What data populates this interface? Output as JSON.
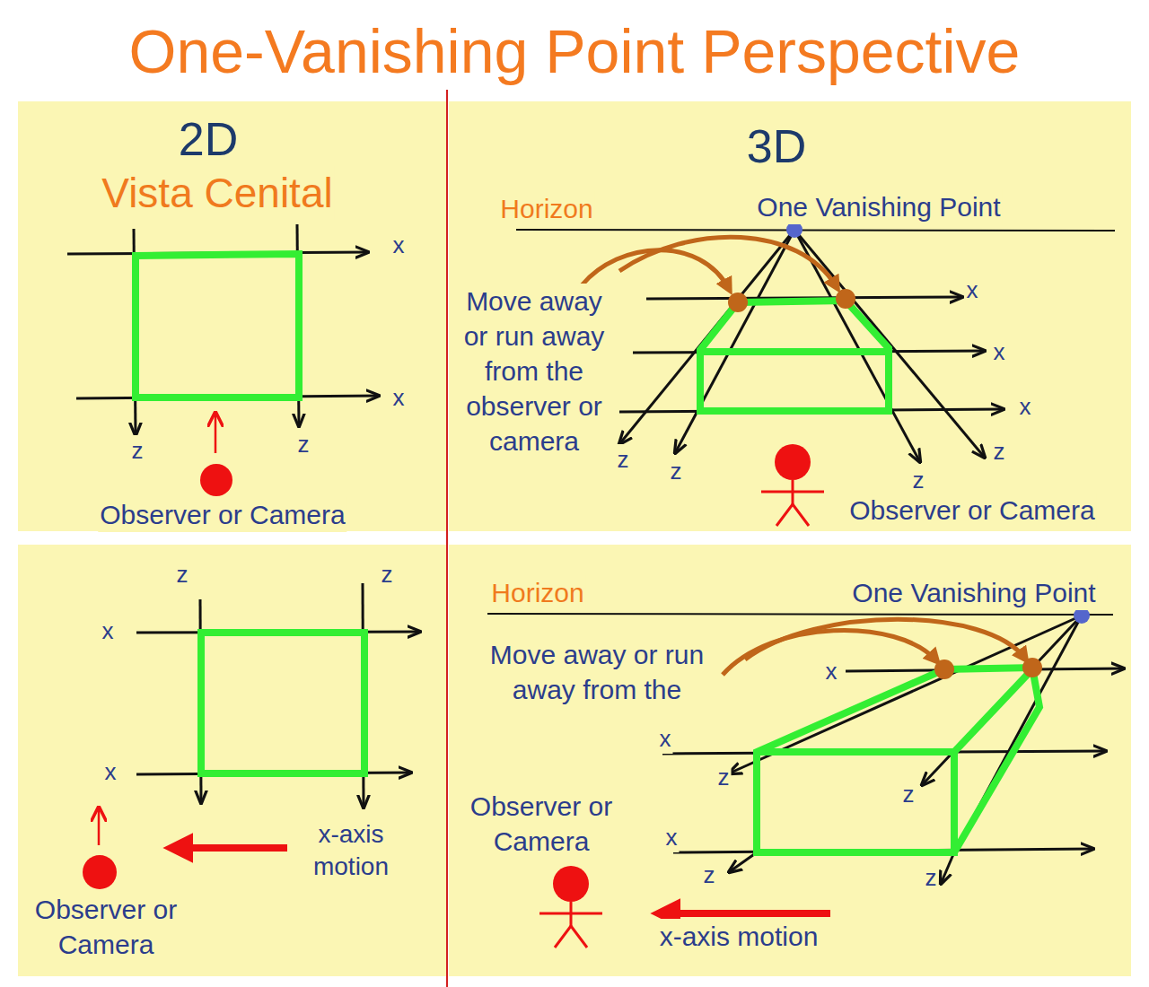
{
  "diagram": {
    "title": "One-Vanishing Point Perspective",
    "nodes": [
      {
        "text": [
          "2D",
          "Vista Cenital",
          "x",
          "x",
          "z",
          "z",
          "Observer or Camera"
        ]
      },
      {
        "text": [
          "3D",
          "Horizon",
          "One Vanishing Point",
          "Move away or run away from the observer or camera",
          "x",
          "x",
          "x",
          "z",
          "z",
          "z",
          "z",
          "Observer or Camera"
        ]
      },
      {
        "text": [
          "z",
          "z",
          "x",
          "x",
          "x-axis motion",
          "Observer or Camera"
        ]
      },
      {
        "text": [
          "Horizon",
          "One Vanishing Point",
          "Move away or run away from the",
          "x",
          "x",
          "x",
          "z",
          "z",
          "z",
          "z",
          "Observer or Camera",
          "x-axis motion"
        ]
      }
    ]
  }
}
